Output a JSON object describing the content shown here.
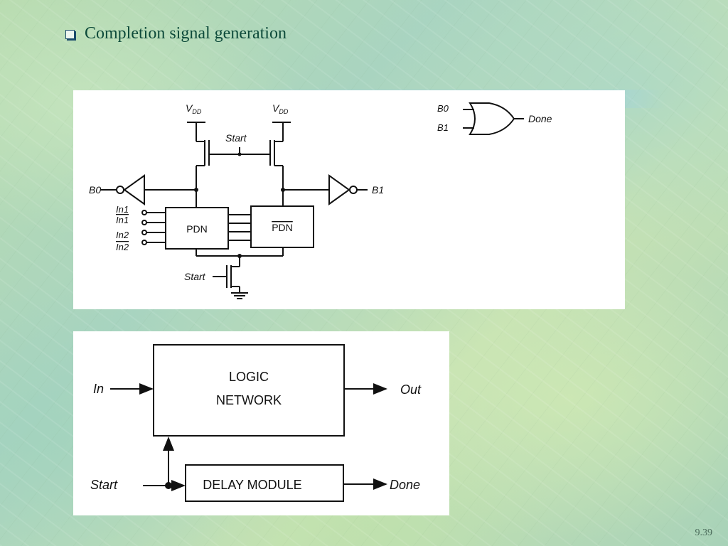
{
  "slide": {
    "title": "Completion signal generation",
    "page_number": "9.39"
  },
  "circuit": {
    "vdd_left": "V",
    "vdd_left_sub": "DD",
    "vdd_right": "V",
    "vdd_right_sub": "DD",
    "start_top": "Start",
    "start_bottom": "Start",
    "b0": "B0",
    "b1": "B1",
    "inputs": [
      "In1",
      "In1",
      "In2",
      "In2"
    ],
    "pdn": "PDN",
    "pdn_bar": "PDN"
  },
  "or_gate": {
    "in_a": "B0",
    "in_b": "B1",
    "out": "Done"
  },
  "block_diagram": {
    "logic_line1": "LOGIC",
    "logic_line2": "NETWORK",
    "in_label": "In",
    "out_label": "Out",
    "start_label": "Start",
    "delay_label": "DELAY MODULE",
    "done_label": "Done"
  }
}
